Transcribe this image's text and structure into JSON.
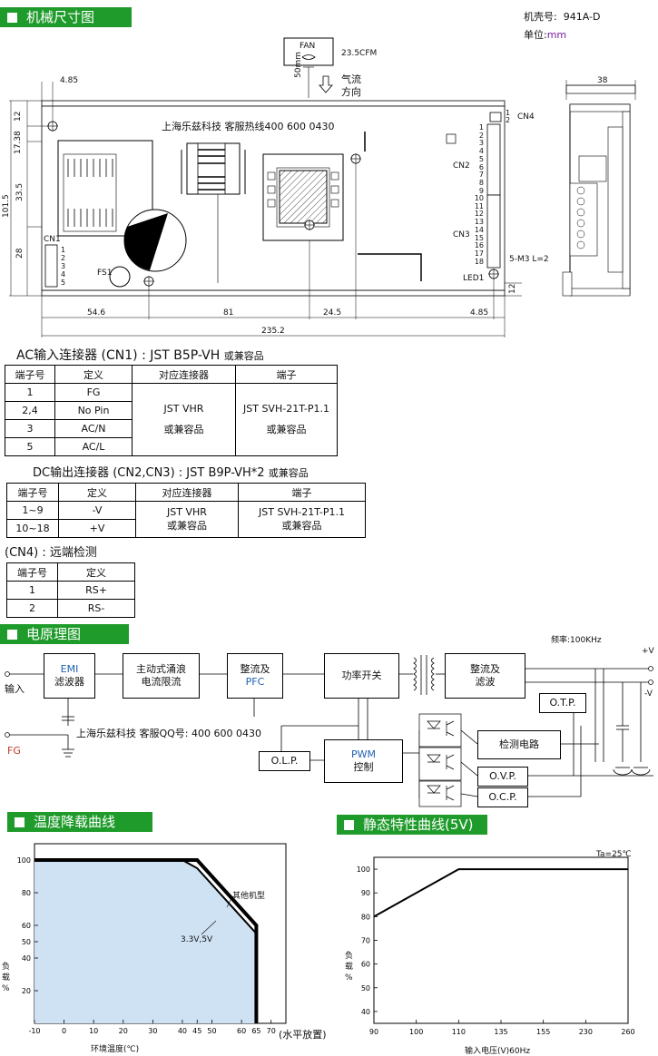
{
  "sections": {
    "dims": "机械尺寸图",
    "schematic": "电原理图",
    "derating": "温度降载曲线",
    "static": "静态特性曲线(5V)"
  },
  "header": {
    "model_label": "机壳号:",
    "model": "941A-D",
    "unit_label": "单位:",
    "unit": "mm"
  },
  "fan": {
    "label": "FAN",
    "cfm": "23.5CFM",
    "size": "50mm",
    "airflow1": "气流",
    "airflow2": "方向"
  },
  "hotline": "上海乐兹科技 客服热线400 600 0430",
  "dims": {
    "d485a": "4.85",
    "d12a": "12",
    "d1738": "17.38",
    "d1015": "101.5",
    "d335": "33.5",
    "d28": "28",
    "d546": "54.6",
    "d81": "81",
    "d245": "24.5",
    "d485b": "4.85",
    "d2352": "235.2",
    "d12b": "12",
    "d38": "38",
    "m3": "5-M3 L=2"
  },
  "board_labels": {
    "cn1": "CN1",
    "cn2": "CN2",
    "cn3": "CN3",
    "cn4": "CN4",
    "fs1": "FS1",
    "led1": "LED1",
    "cn1_pins": [
      "1",
      "2",
      "3",
      "4",
      "5"
    ],
    "cn2_pins": [
      "1",
      "2",
      "3",
      "4",
      "5",
      "6",
      "7",
      "8",
      "9"
    ],
    "cn3_pins": [
      "10",
      "11",
      "12",
      "13",
      "14",
      "15",
      "16",
      "17",
      "18"
    ],
    "cn4_pins": [
      "1",
      "2"
    ]
  },
  "ac_table": {
    "title": "AC输入连接器 (CN1) : JST B5P-VH",
    "suffix": "或兼容品",
    "headers": [
      "端子号",
      "定义",
      "对应连接器",
      "端子"
    ],
    "rows": [
      [
        "1",
        "FG"
      ],
      [
        "2,4",
        "No Pin"
      ],
      [
        "3",
        "AC/N"
      ],
      [
        "5",
        "AC/L"
      ]
    ],
    "conn": [
      "JST VHR",
      "或兼容品"
    ],
    "term": [
      "JST SVH-21T-P1.1",
      "或兼容品"
    ]
  },
  "dc_table": {
    "title": "DC输出连接器 (CN2,CN3) : JST B9P-VH*2",
    "suffix": "或兼容品",
    "headers": [
      "端子号",
      "定义",
      "对应连接器",
      "端子"
    ],
    "rows": [
      [
        "1~9",
        "-V"
      ],
      [
        "10~18",
        "+V"
      ]
    ],
    "conn": [
      "JST VHR",
      "或兼容品"
    ],
    "term": [
      "JST SVH-21T-P1.1",
      "或兼容品"
    ]
  },
  "cn4_table": {
    "title": "(CN4) :  远端检测",
    "headers": [
      "端子号",
      "定义"
    ],
    "rows": [
      [
        "1",
        "RS+"
      ],
      [
        "2",
        "RS-"
      ]
    ]
  },
  "schematic": {
    "freq": "频率:100KHz",
    "emi": [
      "EMI",
      "滤波器"
    ],
    "active": [
      "主动式涌浪",
      "电流限流"
    ],
    "pfc": [
      "整流及",
      "PFC"
    ],
    "switch": "功率开关",
    "rect": [
      "整流及",
      "滤波"
    ],
    "pwm": [
      "PWM",
      "控制"
    ],
    "olp": "O.L.P.",
    "otp": "O.T.P.",
    "detect": "检测电路",
    "ovp": "O.V.P.",
    "ocp": "O.C.P.",
    "input": "输入",
    "fg": "FG",
    "pv": "+V",
    "nv": "-V",
    "qq": "上海乐兹科技 客服QQ号: 400 600 0430"
  },
  "derating": {
    "ylabel": [
      "负",
      "载",
      "%"
    ],
    "xlabel": "环境温度(℃)",
    "xnote": "(水平放置)",
    "other": "其他机型",
    "v33": "3.3V,5V"
  },
  "static": {
    "ta": "Ta=25℃",
    "ylabel": [
      "负",
      "载",
      "%"
    ],
    "xlabel": "输入电压(V)60Hz"
  },
  "chart_data": [
    {
      "type": "line",
      "x": [
        -10,
        40,
        45,
        65,
        65
      ],
      "series": [
        {
          "name": "其他机型",
          "values": [
            100,
            100,
            100,
            60,
            0
          ]
        },
        {
          "name": "3.3V,5V",
          "values": [
            100,
            100,
            95,
            55,
            0
          ]
        }
      ],
      "xlabel": "环境温度(℃)",
      "ylabel": "负载%",
      "xticks": [
        "-10",
        "0",
        "10",
        "20",
        "30",
        "40",
        "45",
        "50",
        "60",
        "65",
        "70"
      ],
      "yticks": [
        "20",
        "40",
        "50",
        "60",
        "80",
        "100"
      ],
      "xlim": [
        -10,
        75
      ],
      "ylim": [
        0,
        110
      ]
    },
    {
      "type": "line",
      "categories": [
        "90",
        "100",
        "110",
        "135",
        "155",
        "230",
        "260"
      ],
      "series": [
        {
          "values": [
            80,
            90,
            100,
            100,
            100,
            100,
            100
          ]
        }
      ],
      "xlabel": "输入电压(V)60Hz",
      "ylabel": "负载%",
      "yticks": [
        "40",
        "50",
        "60",
        "70",
        "80",
        "90",
        "100"
      ],
      "ylim": [
        35,
        105
      ]
    }
  ]
}
